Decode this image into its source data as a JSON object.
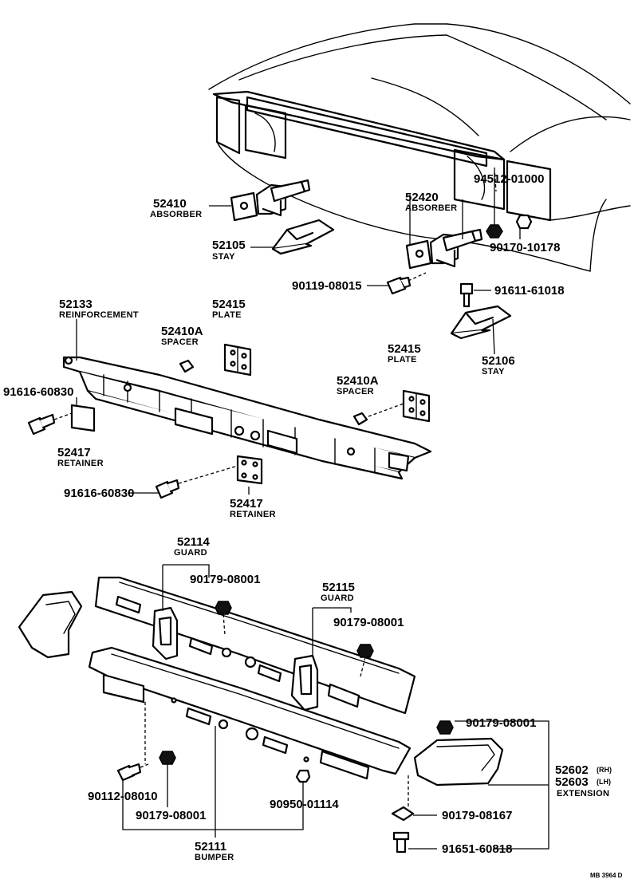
{
  "labels": {
    "absorber_r": {
      "number": "52410",
      "name": "ABSORBER"
    },
    "stay_r": {
      "number": "52105",
      "name": "STAY"
    },
    "absorber_l": {
      "number": "52420",
      "name": "ABSORBER"
    },
    "nut_top": {
      "number": "94512-01000"
    },
    "nut_lamp": {
      "number": "90170-10178"
    },
    "bolt_abs": {
      "number": "90119-08015"
    },
    "bolt_stay": {
      "number": "91611-61018"
    },
    "stay_l": {
      "number": "52106",
      "name": "STAY"
    },
    "reinforcement": {
      "number": "52133",
      "name": "REINFORCEMENT"
    },
    "plate_1": {
      "number": "52415",
      "name": "PLATE"
    },
    "spacer_1": {
      "number": "52410A",
      "name": "SPACER"
    },
    "plate_2": {
      "number": "52415",
      "name": "PLATE"
    },
    "spacer_2": {
      "number": "52410A",
      "name": "SPACER"
    },
    "bolt_left": {
      "number": "91616-60830"
    },
    "retainer_1": {
      "number": "52417",
      "name": "RETAINER"
    },
    "bolt_mid": {
      "number": "91616-60830"
    },
    "retainer_2": {
      "number": "52417",
      "name": "RETAINER"
    },
    "guard_1": {
      "number": "52114",
      "name": "GUARD"
    },
    "guard_1_nut": {
      "number": "90179-08001"
    },
    "guard_2": {
      "number": "52115",
      "name": "GUARD"
    },
    "guard_2_nut": {
      "number": "90179-08001"
    },
    "ext_nut": {
      "number": "90179-08001"
    },
    "extension": {
      "number_rh": "52602",
      "suffix_rh": "(RH)",
      "number_lh": "52603",
      "suffix_lh": "(LH)",
      "name": "EXTENSION"
    },
    "ext_clip": {
      "number": "90179-08167"
    },
    "ext_screw": {
      "number": "91651-60818"
    },
    "bolt_bumper": {
      "number": "90112-08010"
    },
    "nut_bumper": {
      "number": "90179-08001"
    },
    "grommet": {
      "number": "90950-01114"
    },
    "bumper": {
      "number": "52111",
      "name": "BUMPER"
    }
  },
  "ref_code": "MB 3964 D"
}
